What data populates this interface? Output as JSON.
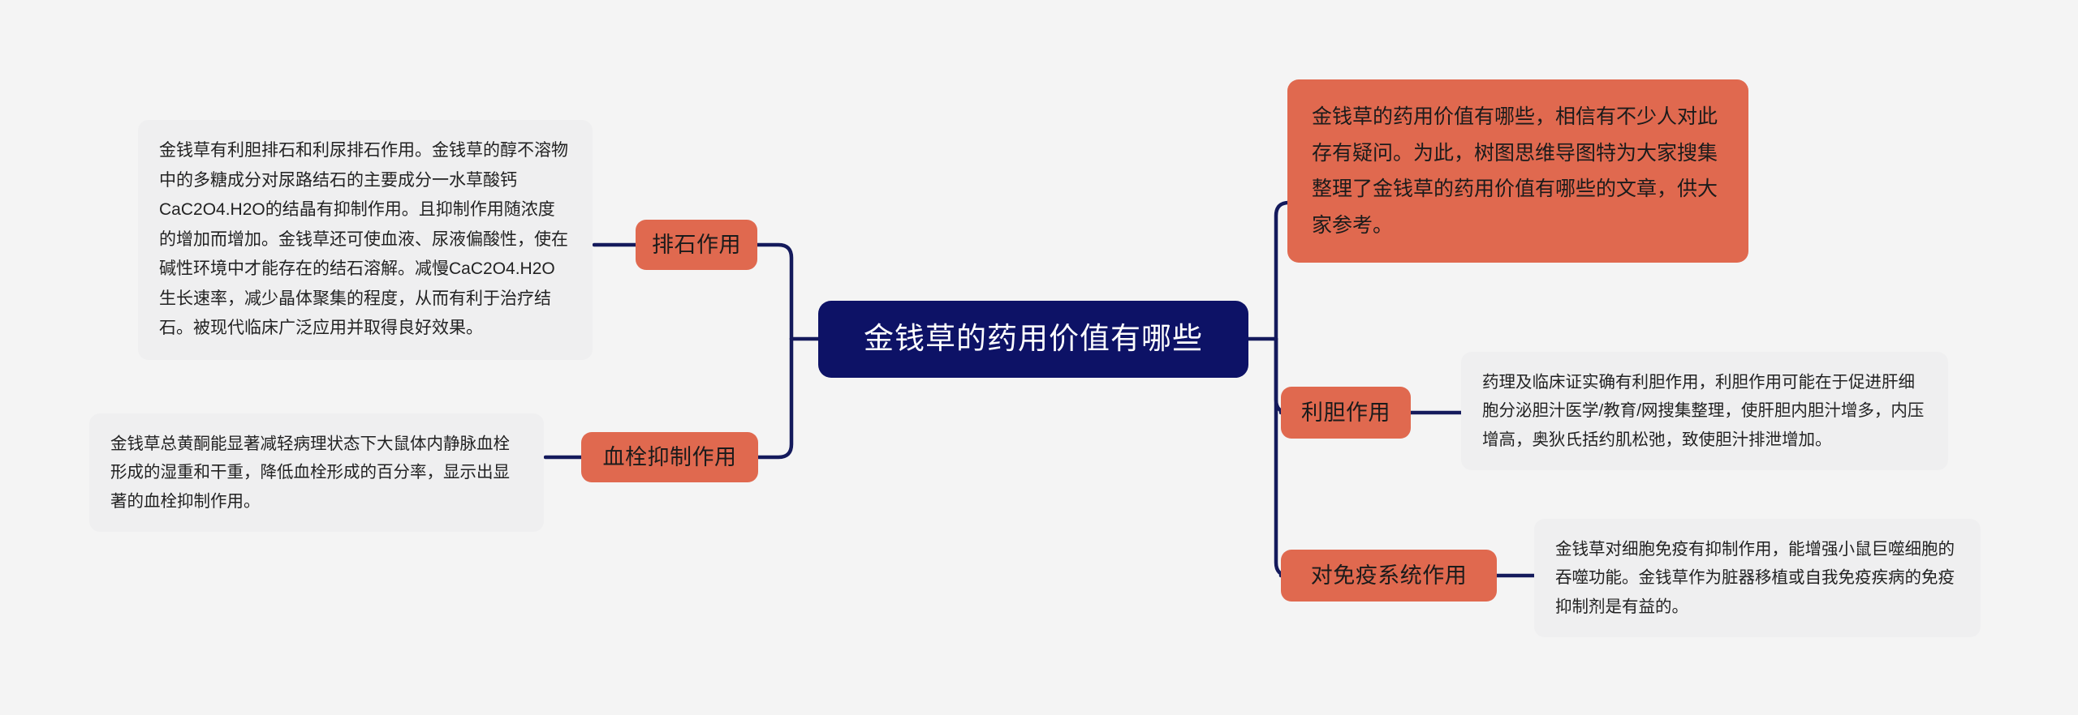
{
  "meta": {
    "title": "金钱草的药用价值有哪些",
    "background_color": "#f4f4f4",
    "root_color": "#0d1266",
    "branch_color": "#e0694f",
    "note_color": "#efeff0",
    "connector_color": "#141a5c"
  },
  "root": {
    "label": "金钱草的药用价值有哪些"
  },
  "intro": {
    "text": "金钱草的药用价值有哪些，相信有不少人对此存有疑问。为此，树图思维导图特为大家搜集整理了金钱草的药用价值有哪些的文章，供大家参考。"
  },
  "branches": {
    "left": [
      {
        "label": "排石作用",
        "note": "金钱草有利胆排石和利尿排石作用。金钱草的醇不溶物中的多糖成分对尿路结石的主要成分一水草酸钙CaC2O4.H2O的结晶有抑制作用。且抑制作用随浓度的增加而增加。金钱草还可使血液、尿液偏酸性，使在碱性环境中才能存在的结石溶解。减慢CaC2O4.H2O生长速率，减少晶体聚集的程度，从而有利于治疗结石。被现代临床广泛应用并取得良好效果。"
      },
      {
        "label": "血栓抑制作用",
        "note": "金钱草总黄酮能显著减轻病理状态下大鼠体内静脉血栓形成的湿重和干重，降低血栓形成的百分率，显示出显著的血栓抑制作用。"
      }
    ],
    "right": [
      {
        "label": "利胆作用",
        "note": "药理及临床证实确有利胆作用，利胆作用可能在于促进肝细胞分泌胆汁医学/教育/网搜集整理，使肝胆内胆汁增多，内压增高，奥狄氏括约肌松弛，致使胆汁排泄增加。"
      },
      {
        "label": "对免疫系统作用",
        "note": "金钱草对细胞免疫有抑制作用，能增强小鼠巨噬细胞的吞噬功能。金钱草作为脏器移植或自我免疫疾病的免疫抑制剂是有益的。"
      }
    ]
  }
}
